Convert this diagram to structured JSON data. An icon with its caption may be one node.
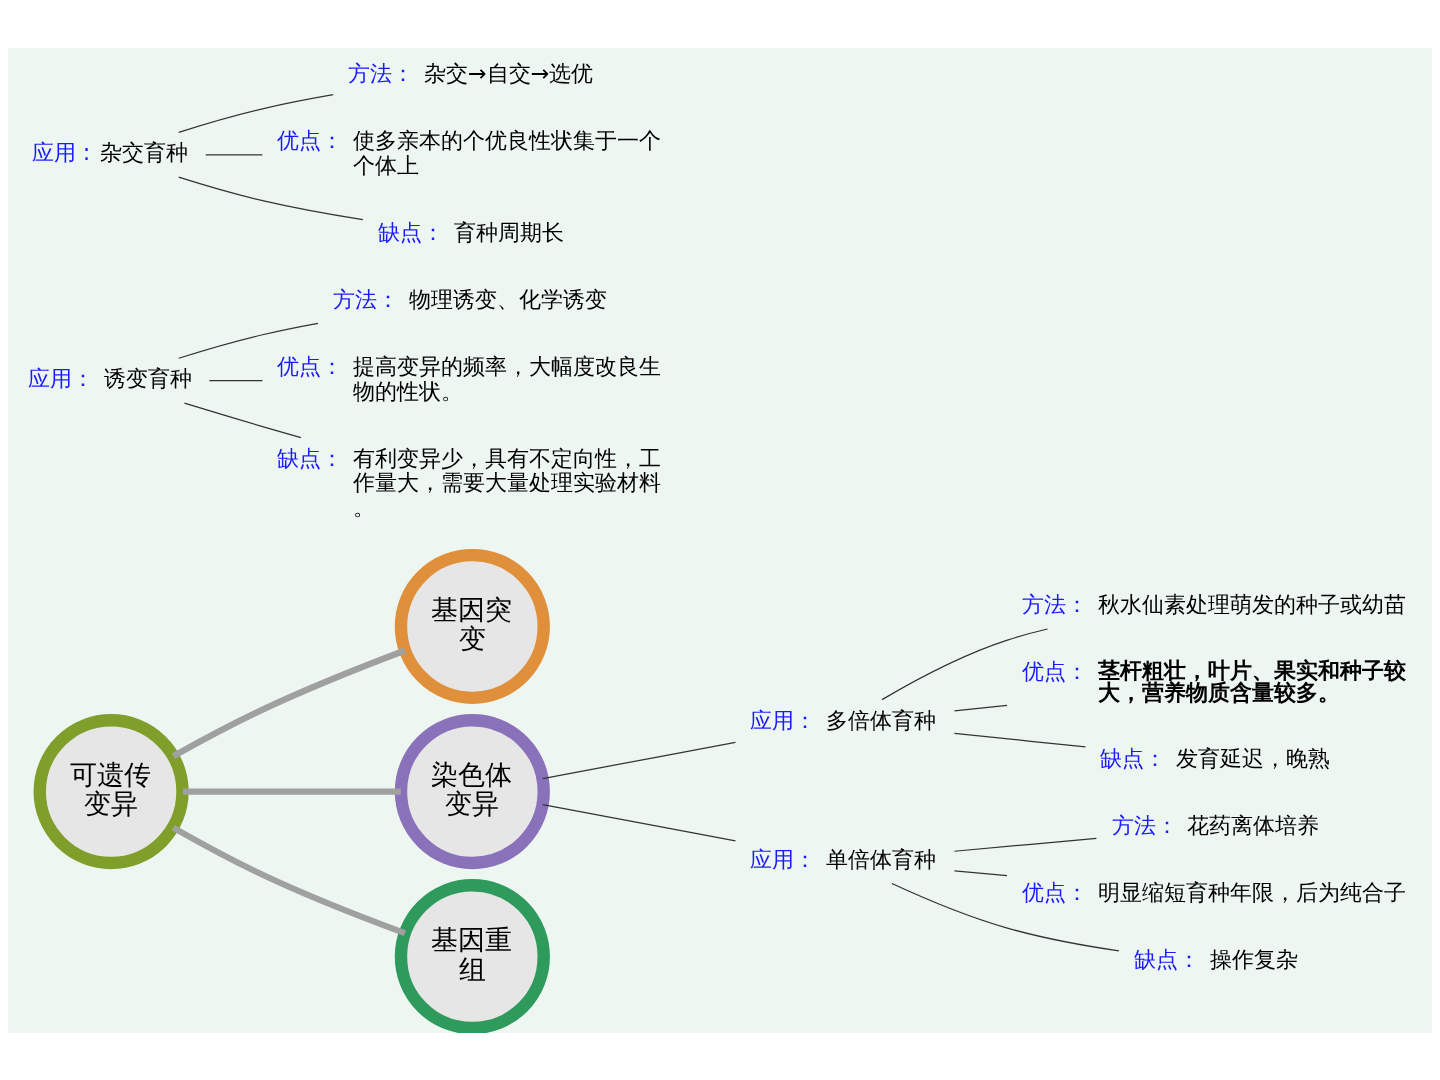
{
  "diagram": {
    "nodes": [
      {
        "text": [
          "可遗传变异"
        ]
      },
      {
        "text": [
          "基因突变"
        ]
      },
      {
        "text": [
          "染色体变异"
        ]
      },
      {
        "text": [
          "基因重组"
        ]
      },
      {
        "text": [
          "应用：",
          "诱变育种"
        ]
      },
      {
        "text": [
          "方法：",
          "物理诱变、化学诱变"
        ]
      },
      {
        "text": [
          "优点：",
          "提高变异的频率，大幅度改良生物的性状。"
        ]
      },
      {
        "text": [
          "缺点：",
          "有利变异少，具有不定向性，工作量大，需要大量处理实验材料。"
        ]
      },
      {
        "text": [
          "应用：",
          "多倍体育种"
        ]
      },
      {
        "text": [
          "方法：",
          "秋水仙素处理萌发的种子或幼苗"
        ]
      },
      {
        "text": [
          "优点：",
          "茎杆粗壮，叶片、果实和种子较大，营养物质含量较多。"
        ]
      },
      {
        "text": [
          "缺点：",
          "发育延迟，晚熟"
        ]
      },
      {
        "text": [
          "应用：",
          "单倍体育种"
        ]
      },
      {
        "text": [
          "方法：",
          "花药离体培养"
        ]
      },
      {
        "text": [
          "优点：",
          "明显缩短育种年限，后为纯合子"
        ]
      },
      {
        "text": [
          "缺点：",
          "操作复杂"
        ]
      },
      {
        "text": [
          "应用 :",
          "杂交育种"
        ]
      },
      {
        "text": [
          "方法：",
          "杂交→自交→选优"
        ]
      },
      {
        "text": [
          "优点：",
          "使多亲本的个优良性状集于一个个体上"
        ]
      },
      {
        "text": [
          "缺点：",
          "育种周期长"
        ]
      }
    ],
    "edges": [
      {
        "from": 0,
        "to": 1,
        "arrow": "none",
        "style": "thick",
        "color": "#a0a0a0"
      },
      {
        "from": 0,
        "to": 2,
        "arrow": "none",
        "style": "thick",
        "color": "#a0a0a0"
      },
      {
        "from": 0,
        "to": 3,
        "arrow": "none",
        "style": "thick",
        "color": "#a0a0a0"
      },
      {
        "from": 4,
        "to": 5,
        "arrow": "none"
      },
      {
        "from": 4,
        "to": 6,
        "arrow": "none"
      },
      {
        "from": 4,
        "to": 7,
        "arrow": "none"
      },
      {
        "from": 2,
        "to": 8,
        "arrow": "none"
      },
      {
        "from": 2,
        "to": 12,
        "arrow": "none"
      },
      {
        "from": 8,
        "to": 9,
        "arrow": "none"
      },
      {
        "from": 8,
        "to": 10,
        "arrow": "none"
      },
      {
        "from": 8,
        "to": 11,
        "arrow": "none"
      },
      {
        "from": 12,
        "to": 13,
        "arrow": "none"
      },
      {
        "from": 12,
        "to": 14,
        "arrow": "none"
      },
      {
        "from": 12,
        "to": 15,
        "arrow": "none"
      },
      {
        "from": 16,
        "to": 17,
        "arrow": "none"
      },
      {
        "from": 16,
        "to": 18,
        "arrow": "none"
      },
      {
        "from": 16,
        "to": 19,
        "arrow": "none"
      }
    ]
  }
}
